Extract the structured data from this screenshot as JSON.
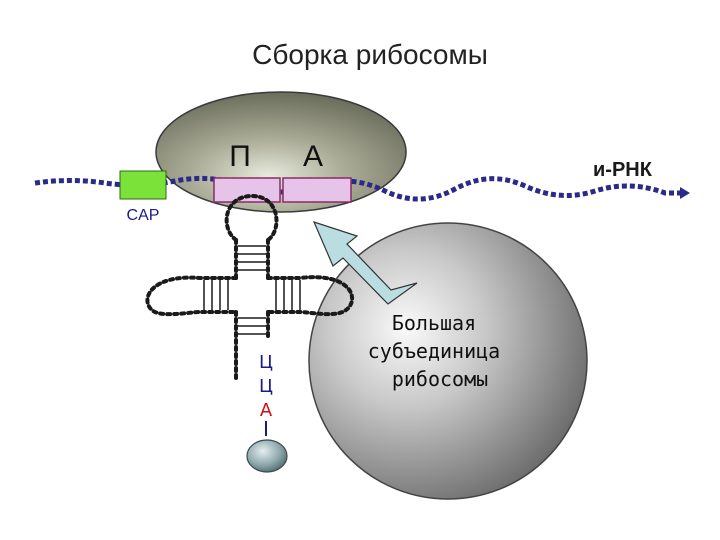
{
  "title": "Сборка рибосомы",
  "small_subunit": {
    "p_site": "П",
    "a_site": "А"
  },
  "mrna_label": "и-РНК",
  "cap_label": "CAP",
  "large_subunit_label": [
    "Большая",
    "субъединица",
    "рибосомы"
  ],
  "trna_acceptor": [
    {
      "letter": "Ц",
      "color": "#1a1a8a"
    },
    {
      "letter": "Ц",
      "color": "#1a1a8a"
    },
    {
      "letter": "А",
      "color": "#cc1111"
    }
  ],
  "colors": {
    "mrna": "#2a2a8a",
    "cap": "#7be23a",
    "codon": "#e6c3e8",
    "codon_border": "#8a2a6a",
    "arrow": "#b9dde0",
    "trna": "#1a1a1a"
  }
}
